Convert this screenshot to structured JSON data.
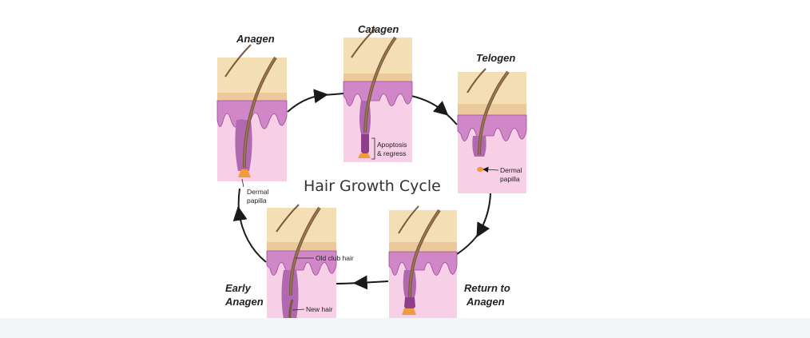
{
  "title": "Hair Growth Cycle",
  "stages": {
    "anagen": "Anagen",
    "catagen": "Catagen",
    "telogen": "Telogen",
    "return_line1": "Return to",
    "return_line2": "Anagen",
    "early_line1": "Early",
    "early_line2": "Anagen"
  },
  "annotations": {
    "anagen_papilla_1": "Dermal",
    "anagen_papilla_2": "papilla",
    "catagen_1": "Apoptosis",
    "catagen_2": "& regress",
    "telogen_papilla_1": "Dermal",
    "telogen_papilla_2": "papilla",
    "old_club_hair": "Old club hair",
    "new_hair": "New hair"
  },
  "colors": {
    "epidermis": "#f4dfb4",
    "epidermis_band": "#ecc99a",
    "dermis": "#f7cfe6",
    "wave": "#cf87c8",
    "wave_stroke": "#9d4c9a",
    "hair": "#7a5a3e",
    "bulb": "#b069b0",
    "papilla": "#f29a3c"
  }
}
